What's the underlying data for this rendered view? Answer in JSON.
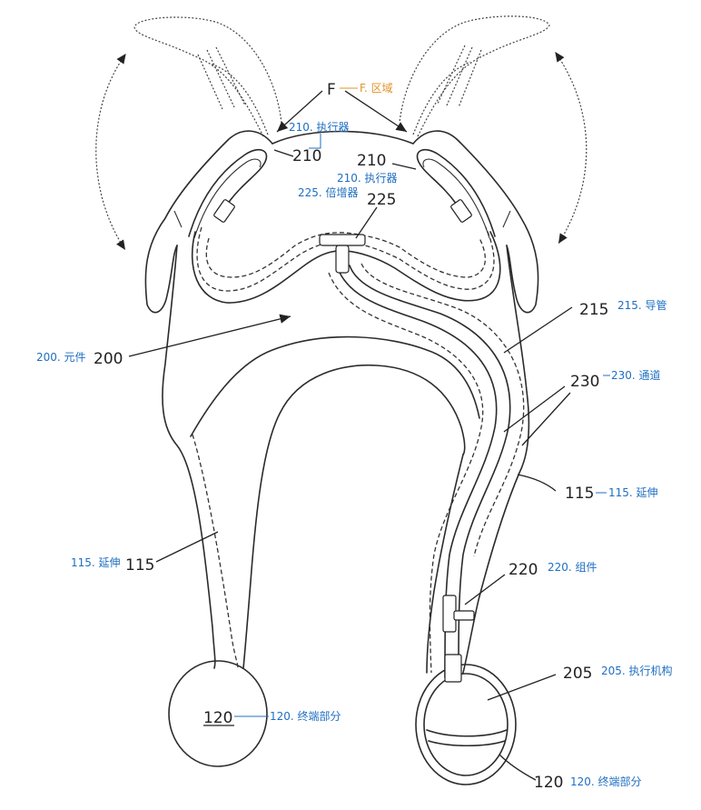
{
  "figure": {
    "ref_numbers": {
      "f": "F",
      "actuator_left": "210",
      "actuator_right": "210",
      "amplifier": "225",
      "element": "200",
      "catheter": "215",
      "channel": "230",
      "extension_right": "115",
      "extension_left": "115",
      "assembly": "220",
      "actuating_mechanism": "205",
      "terminal_left": "120",
      "terminal_right": "120"
    },
    "captions": {
      "f": "F. 区域",
      "actuator_1": "210. 执行器",
      "actuator_2": "210. 执行器",
      "amplifier": "225. 倍增器",
      "element": "200. 元件",
      "catheter": "215. 导管",
      "channel": "230. 通道",
      "extension_right": "115. 延伸",
      "extension_left": "115. 延伸",
      "assembly": "220. 组件",
      "actuating_mechanism": "205. 执行机构",
      "terminal_left": "120. 终端部分",
      "terminal_right": "120. 终端部分"
    }
  }
}
